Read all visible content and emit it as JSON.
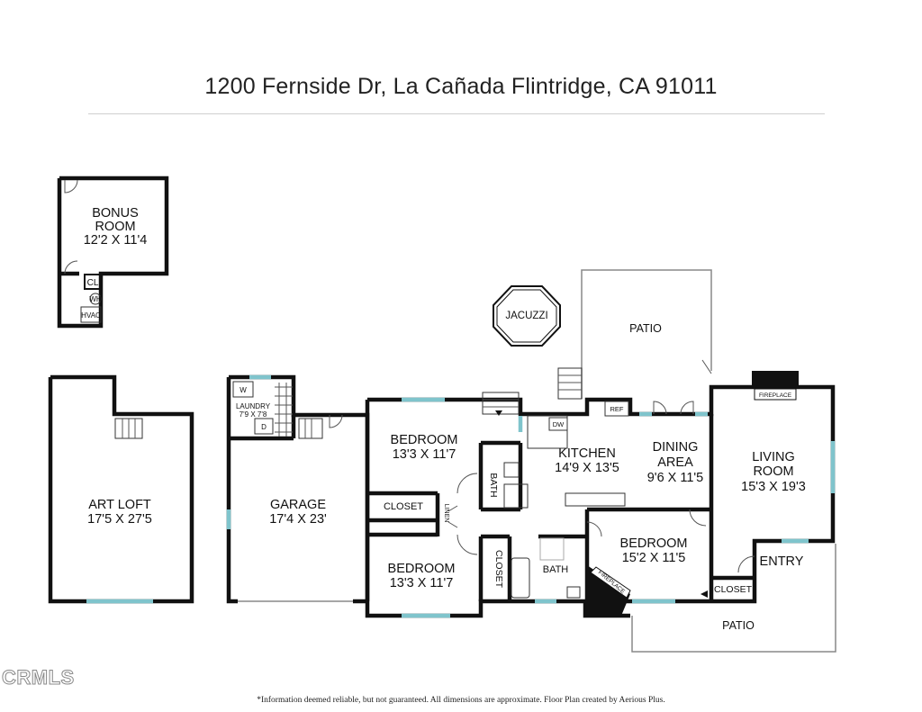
{
  "header": {
    "address": "1200 Fernside Dr, La Cañada Flintridge, CA 91011"
  },
  "footer": {
    "disclaimer": "*Information deemed reliable, but not guaranteed. All dimensions are approximate. Floor Plan created by Aerious Plus."
  },
  "watermark": {
    "text": "CRMLS"
  },
  "rooms": {
    "bonus_room": {
      "name_1": "BONUS",
      "name_2": "ROOM",
      "dims": "12'2 X 11'4"
    },
    "bonus_cl": "CL",
    "bonus_wh": "WH",
    "bonus_hvac": "HVAC",
    "art_loft": {
      "name": "ART LOFT",
      "dims": "17'5 X 27'5"
    },
    "laundry": {
      "name": "LAUNDRY",
      "dims": "7'9 X 7'8",
      "washer": "W",
      "dryer": "D"
    },
    "garage": {
      "name": "GARAGE",
      "dims": "17'4 X 23'"
    },
    "bedroom_1": {
      "name": "BEDROOM",
      "dims": "13'3 X 11'7"
    },
    "bedroom_2": {
      "name": "BEDROOM",
      "dims": "13'3 X 11'7"
    },
    "bedroom_3": {
      "name": "BEDROOM",
      "dims": "15'2 X 11'5"
    },
    "closet_1": "CLOSET",
    "closet_2": "CLOSET",
    "closet_3": "CLOSET",
    "linen": "LINEN",
    "bath_1": "BATH",
    "bath_2": "BATH",
    "kitchen": {
      "name": "KITCHEN",
      "dims": "14'9 X 13'5"
    },
    "dining": {
      "name_1": "DINING",
      "name_2": "AREA",
      "dims": "9'6 X 11'5"
    },
    "living": {
      "name_1": "LIVING",
      "name_2": "ROOM",
      "dims": "15'3 X 19'3"
    },
    "entry": "ENTRY",
    "jacuzzi": "JACUZZI",
    "patio_top": "PATIO",
    "patio_bottom": "PATIO",
    "fireplace_living": "FIREPLACE",
    "fireplace_bedroom": "FIREPLACE",
    "ref": "REF",
    "dw": "DW"
  }
}
